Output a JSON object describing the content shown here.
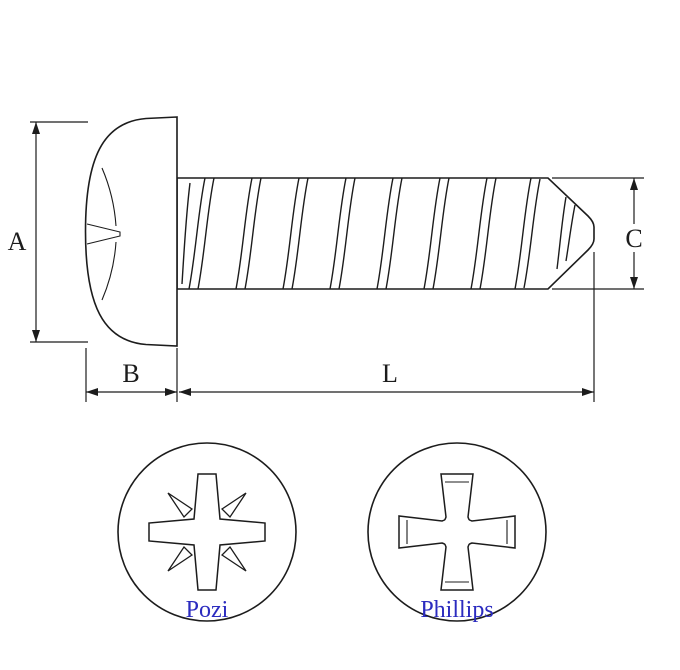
{
  "diagram": {
    "dimensions": {
      "head_diameter_label": "A",
      "head_height_label": "B",
      "thread_diameter_label": "C",
      "length_label": "L"
    },
    "drive_views": [
      {
        "label": "Pozi"
      },
      {
        "label": "Phillips"
      }
    ],
    "colors": {
      "line": "#1c1c1c",
      "drive_label_blue": "#2b2bbf",
      "background": "#ffffff"
    }
  }
}
